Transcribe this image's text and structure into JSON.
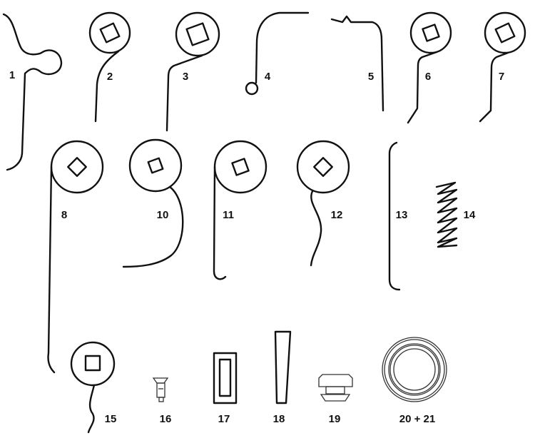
{
  "parts": [
    {
      "label": "1"
    },
    {
      "label": "2"
    },
    {
      "label": "3"
    },
    {
      "label": "4"
    },
    {
      "label": "5"
    },
    {
      "label": "6"
    },
    {
      "label": "7"
    },
    {
      "label": "8"
    },
    {
      "label": "10"
    },
    {
      "label": "11"
    },
    {
      "label": "12"
    },
    {
      "label": "13"
    },
    {
      "label": "14"
    },
    {
      "label": "15"
    },
    {
      "label": "16"
    },
    {
      "label": "17"
    },
    {
      "label": "18"
    },
    {
      "label": "19"
    },
    {
      "label": "20 + 21"
    }
  ]
}
